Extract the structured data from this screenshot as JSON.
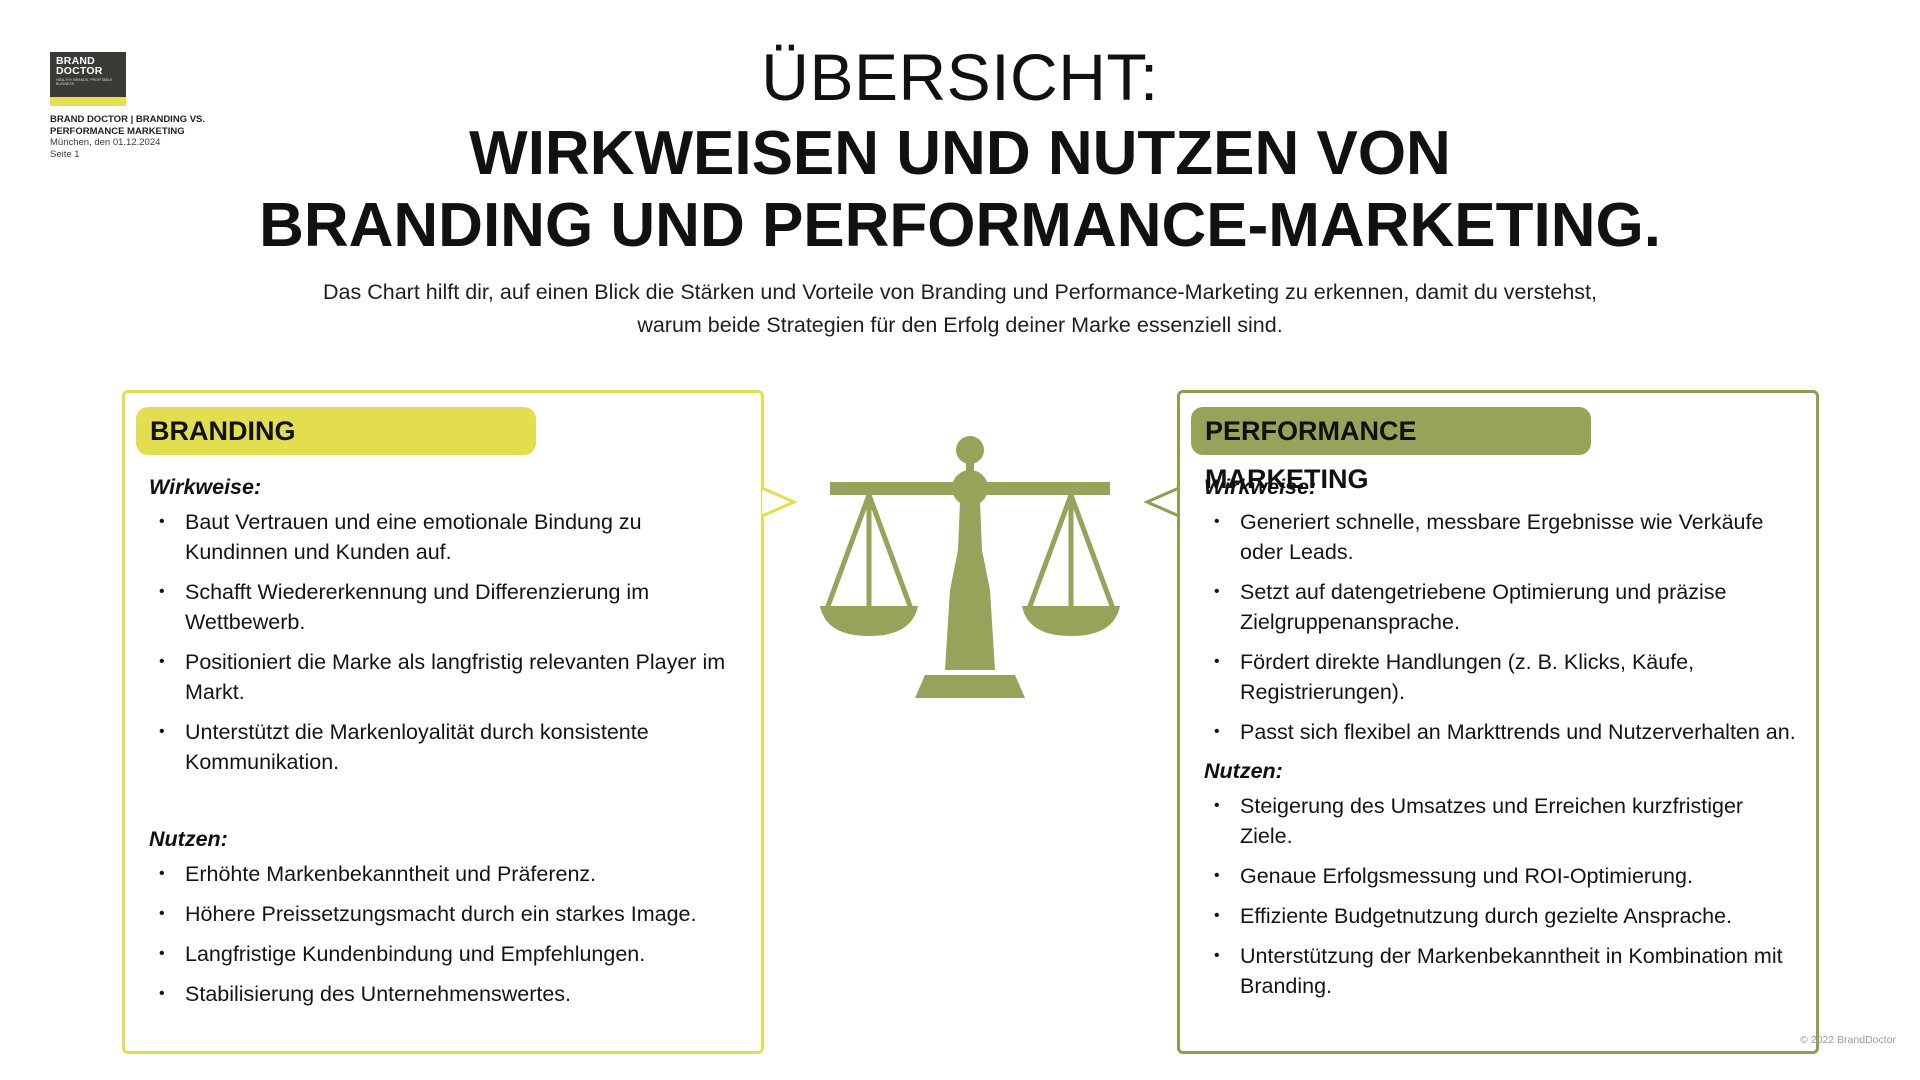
{
  "meta": {
    "logo_line1": "BRAND",
    "logo_line2": "DOCTOR",
    "logo_tagline": "HEALTHY BRANDS, PROFITABLE BUSINESS",
    "doc_title_line1": "BRAND DOCTOR | BRANDING VS.",
    "doc_title_line2": "PERFORMANCE MARKETING",
    "date_line": "München, den 01.12.2024",
    "page_line": "Seite 1"
  },
  "header": {
    "overline": "ÜBERSICHT:",
    "title_line1": "WIRKWEISEN UND NUTZEN VON",
    "title_line2": "BRANDING UND PERFORMANCE-MARKETING.",
    "intro_line1": "Das Chart hilft dir, auf einen Blick die Stärken und Vorteile von Branding und Performance-Marketing zu erkennen, damit du verstehst,",
    "intro_line2": "warum beide Strategien für den Erfolg deiner Marke essenziell sind."
  },
  "left_panel": {
    "title": "BRANDING",
    "color": "#e2de50",
    "wirkweise_label": "Wirkweise:",
    "wirkweise_items": [
      "Baut Vertrauen und eine emotionale Bindung zu Kundinnen und Kunden auf.",
      "Schafft Wiedererkennung und Differenzierung im Wettbewerb.",
      "Positioniert die Marke als langfristig relevanten Player im Markt.",
      "Unterstützt die Markenloyalität durch konsistente Kommunikation."
    ],
    "nutzen_label": "Nutzen:",
    "nutzen_items": [
      "Erhöhte Markenbekanntheit und Präferenz.",
      "Höhere Preissetzungsmacht durch ein starkes Image.",
      "Langfristige Kundenbindung und Empfehlungen.",
      "Stabilisierung des Unternehmenswertes."
    ]
  },
  "right_panel": {
    "title": "PERFORMANCE MARKETING",
    "color": "#8f9d4e",
    "wirkweise_label": "Wirkweise:",
    "wirkweise_items": [
      "Generiert schnelle, messbare Ergebnisse wie Verkäufe oder Leads.",
      "Setzt auf datengetriebene Optimierung und präzise Zielgruppenansprache.",
      "Fördert direkte Handlungen (z. B. Klicks, Käufe, Registrierungen).",
      "Passt sich flexibel an Markttrends und Nutzerverhalten an."
    ],
    "nutzen_label": "Nutzen:",
    "nutzen_items": [
      "Steigerung des Umsatzes und Erreichen kurzfristiger Ziele.",
      "Genaue Erfolgsmessung und ROI-Optimierung.",
      "Effiziente Budgetnutzung durch gezielte Ansprache.",
      "Unterstützung der Markenbekanntheit in Kombination mit Branding."
    ]
  },
  "center_icon": "scale-icon",
  "footer": {
    "copyright": "© 2022 BrandDoctor"
  }
}
